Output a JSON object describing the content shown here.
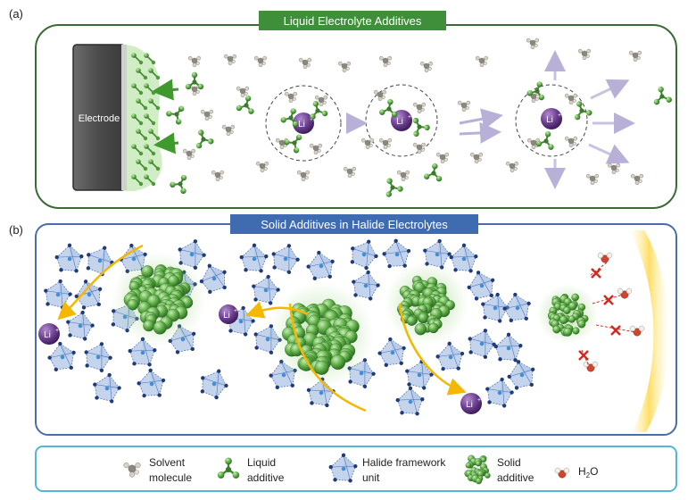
{
  "panel_a": {
    "label": "(a)",
    "title": "Liquid Electrolyte Additives",
    "electrode_label": "Electrode",
    "ion": "Li",
    "ion_charge": "+",
    "colors": {
      "title_bg": "#3e8e3a",
      "border": "#3b6b34"
    }
  },
  "panel_b": {
    "label": "(b)",
    "title": "Solid Additives in Halide Electrolytes",
    "ion": "Li",
    "ion_charge": "+",
    "colors": {
      "title_bg": "#3f6cb0",
      "border": "#4a6ea8"
    }
  },
  "legend": {
    "items": [
      {
        "lines": [
          "Solvent",
          "molecule"
        ],
        "icon": "solvent-molecule-icon"
      },
      {
        "lines": [
          "Liquid",
          "additive"
        ],
        "icon": "liquid-additive-icon"
      },
      {
        "lines": [
          "Halide framework",
          "unit"
        ],
        "icon": "halide-framework-icon"
      },
      {
        "lines": [
          "Solid",
          "additive"
        ],
        "icon": "solid-additive-icon"
      },
      {
        "lines": [
          "H",
          "2",
          "O"
        ],
        "icon": "water-molecule-icon"
      }
    ],
    "colors": {
      "border": "#52b6d6"
    }
  },
  "palette": {
    "green": "#4e9a3a",
    "green_light": "#bfe3b0",
    "gray_atom": "#9a968e",
    "li_purple": "#6c3f8f",
    "oct_blue": "#7ea0d8",
    "node_navy": "#1f3b78",
    "arrow_yellow": "#f5b800",
    "water_red": "#c0392b"
  }
}
